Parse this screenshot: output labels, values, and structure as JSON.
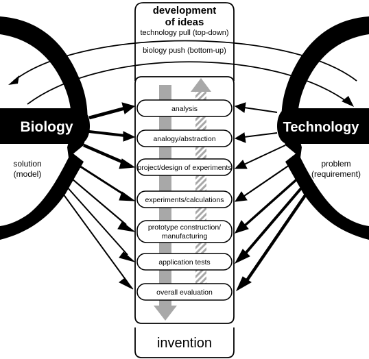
{
  "header": {
    "title_line1": "development",
    "title_line2": "of ideas"
  },
  "arcs": {
    "top_label": "technology pull (top-down)",
    "bottom_label": "biology push (bottom-up)"
  },
  "left": {
    "title": "Biology",
    "subtitle_line1": "solution",
    "subtitle_line2": "(model)"
  },
  "right": {
    "title": "Technology",
    "subtitle_line1": "problem",
    "subtitle_line2": "(requirement)"
  },
  "stages": [
    {
      "label": "analysis"
    },
    {
      "label": "analogy/abstraction"
    },
    {
      "label": "project/design of experiments"
    },
    {
      "label": "experiments/calculations"
    },
    {
      "label_line1": "prototype construction/",
      "label_line2": "manufacturing"
    },
    {
      "label": "application tests"
    },
    {
      "label": "overall evaluation"
    }
  ],
  "footer": {
    "title": "invention"
  },
  "colors": {
    "ink": "#000000",
    "gray_arrow": "#a8a8a8",
    "background": "#ffffff"
  }
}
